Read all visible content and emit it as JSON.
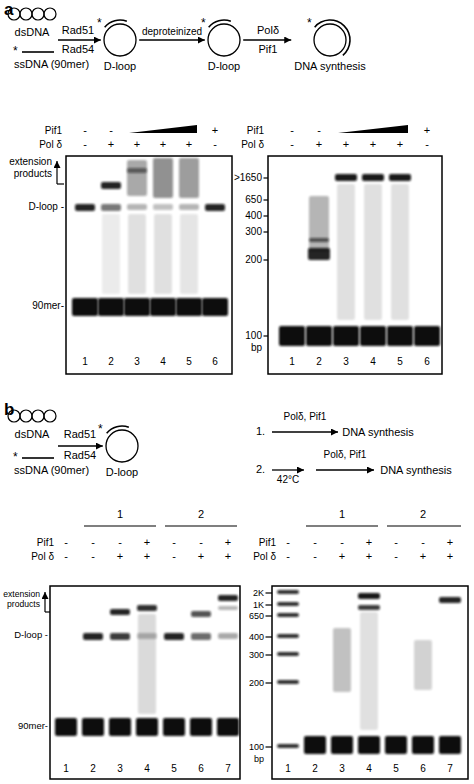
{
  "diagram": {
    "nodes": [
      {
        "text": [
          "dsDNA"
        ]
      },
      {
        "text": [
          "D-loop"
        ]
      },
      {
        "text": [
          "D-loop"
        ]
      },
      {
        "text": [
          "DNA synthesis"
        ]
      },
      {
        "text": [
          "dsDNA"
        ]
      },
      {
        "text": [
          "D-loop"
        ]
      },
      {
        "text": [
          "DNA synthesis"
        ]
      },
      {
        "text": [
          "DNA synthesis"
        ]
      }
    ],
    "edges": [
      {
        "from": 0,
        "to": 1,
        "arrow": "to"
      },
      {
        "from": 1,
        "to": 2,
        "arrow": "to"
      },
      {
        "from": 2,
        "to": 3,
        "arrow": "to"
      },
      {
        "from": 4,
        "to": 5,
        "arrow": "to"
      }
    ],
    "labels": [
      "a",
      "*",
      "ssDNA (90mer)",
      "Rad51",
      "Rad54",
      "*",
      "deproteinized",
      "*",
      "Polδ",
      "Pif1",
      "*",
      "b",
      "*",
      "ssDNA (90mer)",
      "Rad51",
      "Rad54",
      "*",
      "1.",
      "Polδ, Pif1",
      "2.",
      "42°C",
      "Polδ, Pif1",
      "Pif1",
      "Pol δ",
      "-",
      "-",
      "+",
      "-",
      "+",
      "+",
      "+",
      "+",
      "-",
      "extension products",
      "D-loop -",
      "90mer-",
      "1",
      "2",
      "3",
      "4",
      "5",
      "6",
      "Pif1",
      "Pol δ",
      "-",
      "-",
      "+",
      "-",
      "+",
      "+",
      "+",
      "+",
      "-",
      ">1650",
      "650",
      "400",
      "300",
      "200",
      "100",
      "bp",
      "1",
      "2",
      "3",
      "4",
      "5",
      "6",
      "1",
      "2",
      "Pif1",
      "Pol δ",
      "-",
      "-",
      "-",
      "+",
      "-",
      "-",
      "+",
      "-",
      "-",
      "+",
      "+",
      "-",
      "+",
      "+",
      "extension products",
      "D-loop -",
      "90mer-",
      "1",
      "2",
      "3",
      "4",
      "5",
      "6",
      "7",
      "1",
      "2",
      "Pif1",
      "Pol δ",
      "-",
      "-",
      "-",
      "+",
      "-",
      "-",
      "+",
      "-",
      "-",
      "+",
      "+",
      "-",
      "+",
      "+",
      "2K",
      "1K",
      "650",
      "400",
      "300",
      "200",
      "100",
      "bp",
      "1",
      "2",
      "3",
      "4",
      "5",
      "6",
      "7"
    ]
  }
}
